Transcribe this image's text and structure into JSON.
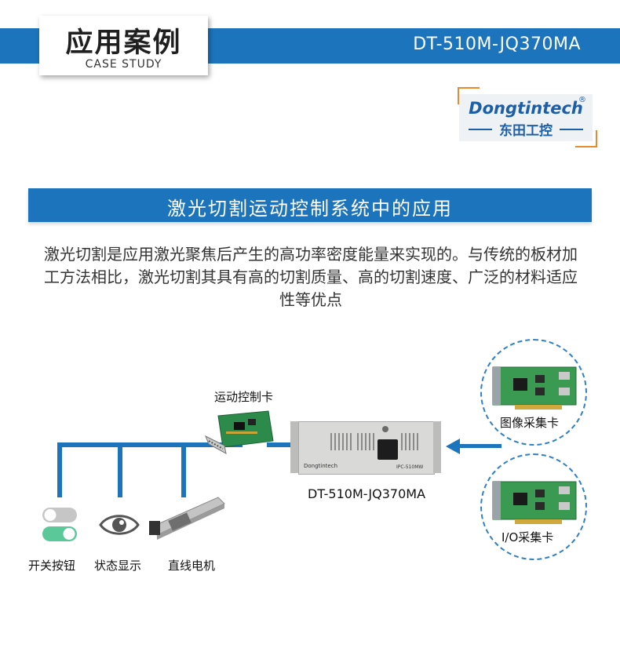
{
  "header": {
    "title": "应用案例",
    "subtitle": "CASE STUDY",
    "model": "DT-510M-JQ370MA"
  },
  "logo": {
    "en": "Dongtintech",
    "cn": "东田工控",
    "reg": "®"
  },
  "section": {
    "title": "激光切割运动控制系统中的应用",
    "paragraph": "激光切割是应用激光聚焦后产生的高功率密度能量来实现的。与传统的板材加工方法相比，激光切割其具有高的切割质量、高的切割速度、广泛的材料适应性等优点"
  },
  "diagram": {
    "motion_card_label": "运动控制卡",
    "pc_label": "DT-510M-JQ370MA",
    "pc_brand": "Dongtintech",
    "pc_model_tag": "IPC-510MW",
    "capture_cards": [
      "图像采集卡",
      "I/O采集卡"
    ],
    "devices": [
      {
        "label": "开关按钮",
        "icon": "toggle-switch-icon"
      },
      {
        "label": "状态显示",
        "icon": "eye-icon"
      },
      {
        "label": "直线电机",
        "icon": "linear-motor-icon"
      }
    ],
    "colors": {
      "primary": "#1c75bc",
      "toggle_green": "#5bc89a",
      "toggle_gray": "#c6c6c6",
      "logo_orange": "#e98a2c"
    }
  }
}
